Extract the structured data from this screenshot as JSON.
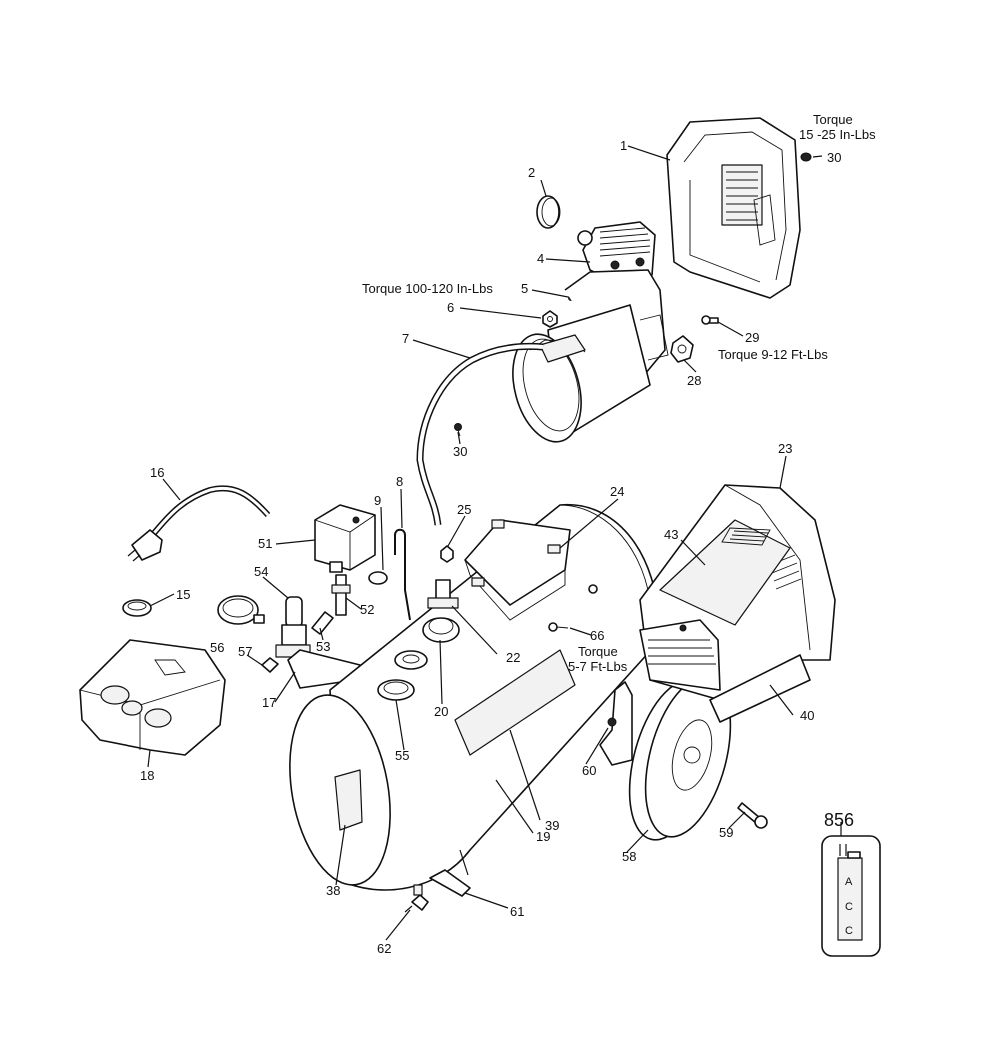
{
  "labels": {
    "p1": "1",
    "p2": "2",
    "p4": "4",
    "p5": "5",
    "p6": "6",
    "p7": "7",
    "p8": "8",
    "p9": "9",
    "p15": "15",
    "p16": "16",
    "p17": "17",
    "p18": "18",
    "p19": "19",
    "p20": "20",
    "p22": "22",
    "p23": "23",
    "p24": "24",
    "p25": "25",
    "p28": "28",
    "p29": "29",
    "p30a": "30",
    "p30b": "30",
    "p38": "38",
    "p39": "39",
    "p40": "40",
    "p43": "43",
    "p51": "51",
    "p52": "52",
    "p53": "53",
    "p54": "54",
    "p55": "55",
    "p56": "56",
    "p57": "57",
    "p58": "58",
    "p59": "59",
    "p60": "60",
    "p61": "61",
    "p62": "62",
    "p66": "66"
  },
  "torque_notes": {
    "shroud_word": "Torque",
    "shroud_value": "15 -25 In-Lbs",
    "pump": "Torque 100-120 In-Lbs",
    "motor_mount": "Torque 9-12 Ft-Lbs",
    "bracket_word": "Torque",
    "bracket_value": "5-7 Ft-Lbs"
  },
  "inset": {
    "number": "856",
    "card_letters": [
      "A",
      "C",
      "C"
    ]
  }
}
